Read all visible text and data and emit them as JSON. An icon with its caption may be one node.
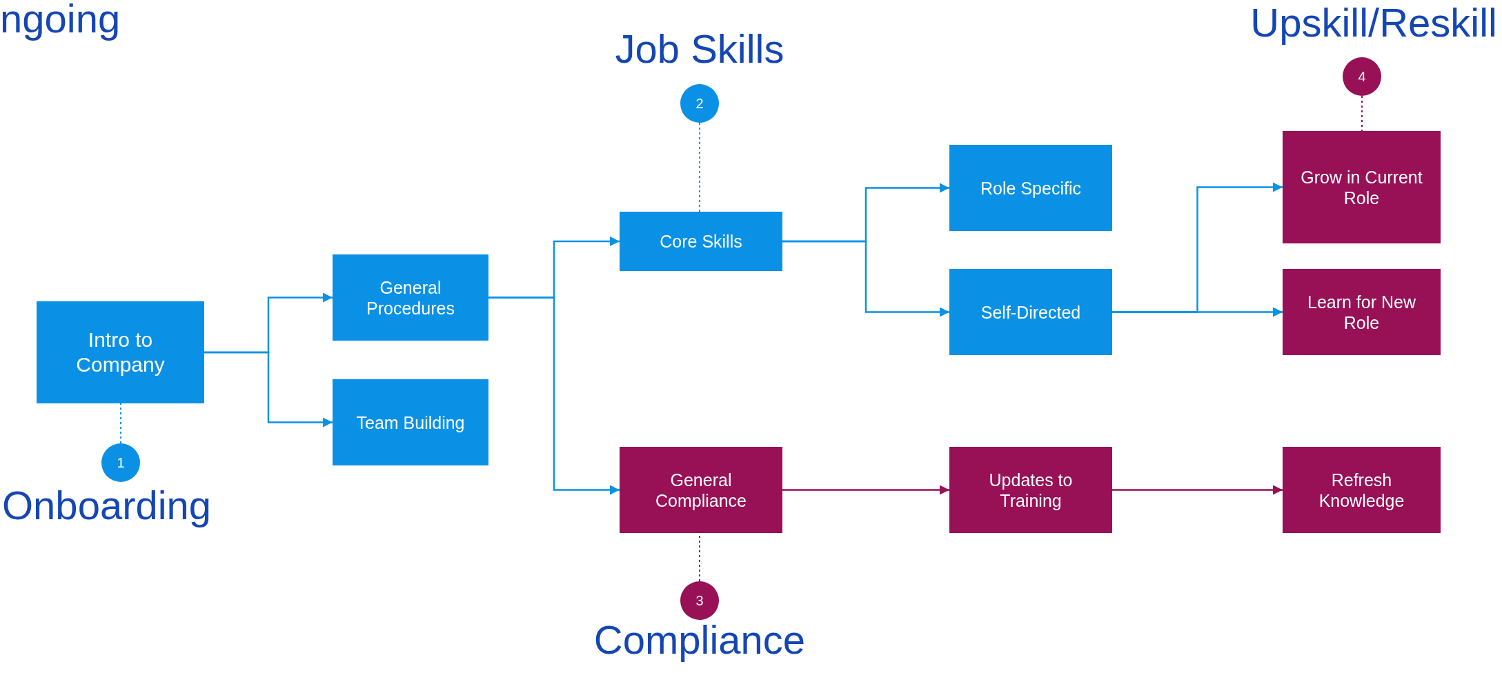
{
  "diagram": {
    "nodes": [
      {
        "text": [
          "Intro to Company"
        ]
      },
      {
        "text": [
          "General Procedures"
        ]
      },
      {
        "text": [
          "Team Building"
        ]
      },
      {
        "text": [
          "Core Skills"
        ]
      },
      {
        "text": [
          "General Compliance"
        ]
      },
      {
        "text": [
          "Role Specific"
        ]
      },
      {
        "text": [
          "Self-Directed"
        ]
      },
      {
        "text": [
          "Updates to Training"
        ]
      },
      {
        "text": [
          "Grow in Current Role"
        ]
      },
      {
        "text": [
          "Learn for New Role"
        ]
      },
      {
        "text": [
          "Refresh Knowledge"
        ]
      },
      {
        "text": [
          "1"
        ],
        "beside": [
          "Onboarding"
        ]
      },
      {
        "text": [
          "2"
        ],
        "beside": [
          "Job Skills"
        ]
      },
      {
        "text": [
          "3"
        ],
        "beside": [
          "Compliance"
        ]
      },
      {
        "text": [
          "4"
        ],
        "beside": [
          "Upskill/Reskill"
        ]
      }
    ],
    "edges": [
      {
        "from": 0,
        "to": 1,
        "arrow": "to"
      },
      {
        "from": 0,
        "to": 2,
        "arrow": "to"
      },
      {
        "from": 1,
        "to": 3,
        "arrow": "to"
      },
      {
        "from": 1,
        "to": 4,
        "arrow": "to"
      },
      {
        "from": 3,
        "to": 5,
        "arrow": "to"
      },
      {
        "from": 3,
        "to": 6,
        "arrow": "to"
      },
      {
        "from": 6,
        "to": 8,
        "arrow": "to"
      },
      {
        "from": 6,
        "to": 9,
        "arrow": "to"
      },
      {
        "from": 4,
        "to": 7,
        "arrow": "to",
        "color": "#981056"
      },
      {
        "from": 7,
        "to": 10,
        "arrow": "to",
        "color": "#981056"
      },
      {
        "from": 11,
        "to": 0,
        "arrow": "none",
        "style": "dashed"
      },
      {
        "from": 12,
        "to": 3,
        "arrow": "none",
        "style": "dashed"
      },
      {
        "from": 13,
        "to": 4,
        "arrow": "none",
        "style": "dashed",
        "color": "#981056"
      },
      {
        "from": 14,
        "to": 8,
        "arrow": "none",
        "style": "dashed",
        "color": "#981056"
      }
    ],
    "labels": [
      "ngoing"
    ]
  }
}
